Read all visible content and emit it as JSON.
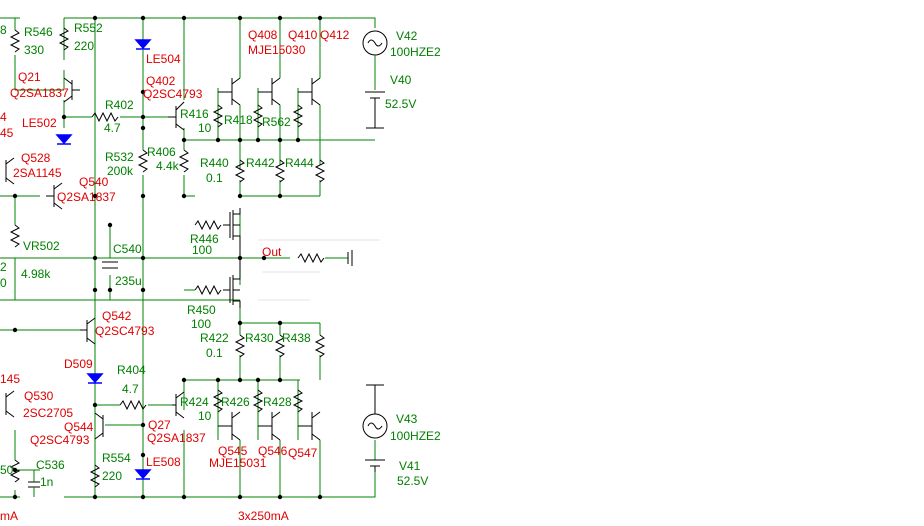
{
  "colors": {
    "wire": "#008000",
    "component": "#000000",
    "designator": "#e00000",
    "value": "#008000",
    "diode": "#0000ff"
  },
  "partial_left": {
    "top_digit": "8",
    "label_4": "4",
    "label_45": "45",
    "label_2": "2",
    "label_0": "0",
    "label_145": "145",
    "label_50": "50",
    "label_mA": "mA"
  },
  "labels": {
    "R546": "R546",
    "R546_val": "330",
    "R552": "R552",
    "R552_val": "220",
    "LE504": "LE504",
    "Q21": "Q21",
    "Q21_type": "Q2SA1837",
    "Q402": "Q402",
    "Q402_type": "Q2SC4793",
    "R402": "R402",
    "R402_val": "4.7",
    "LE502": "LE502",
    "R416": "R416",
    "R416_val": "10",
    "R418": "R418",
    "R562": "R562",
    "Q408": "Q408",
    "Q408_type": "MJE15030",
    "Q410": "Q410",
    "Q412": "Q412",
    "V42": "V42",
    "V42_val": "100HZE2",
    "V40": "V40",
    "V40_val": "52.5V",
    "Q528": "Q528",
    "Q528_type": "2SA1145",
    "Q540": "Q540",
    "Q540_type": "Q2SA1837",
    "R532": "R532",
    "R532_val": "200k",
    "R406": "R406",
    "R406_val": "4.4k",
    "R440": "R440",
    "R440_val": "0.1",
    "R442": "R442",
    "R444": "R444",
    "VR502": "VR502",
    "VR502_val": "4.98k",
    "C540": "C540",
    "C540_val": "235u",
    "R446": "R446",
    "R446_val": "100",
    "Out": "Out",
    "R450": "R450",
    "R450_val": "100",
    "Q542": "Q542",
    "Q542_type": "Q2SC4793",
    "R422": "R422",
    "R422_val": "0.1",
    "R430": "R430",
    "R438": "R438",
    "D509": "D509",
    "R404": "R404",
    "R404_val": "4.7",
    "Q530": "Q530",
    "Q530_type": "2SC2705",
    "R424": "R424",
    "R424_val": "10",
    "R426": "R426",
    "R428": "R428",
    "V43": "V43",
    "V43_val": "100HZE2",
    "Q544": "Q544",
    "Q544_type": "Q2SC4793",
    "Q27": "Q27",
    "Q27_type": "Q2SA1837",
    "Q545": "Q545",
    "Q545_type": "MJE15031",
    "Q546": "Q546",
    "Q547": "Q547",
    "C536": "C536",
    "C536_val": "1n",
    "R554": "R554",
    "R554_val": "220",
    "LE508": "LE508",
    "V41": "V41",
    "V41_val": "52.5V",
    "bottom_note": "3x250mA"
  }
}
